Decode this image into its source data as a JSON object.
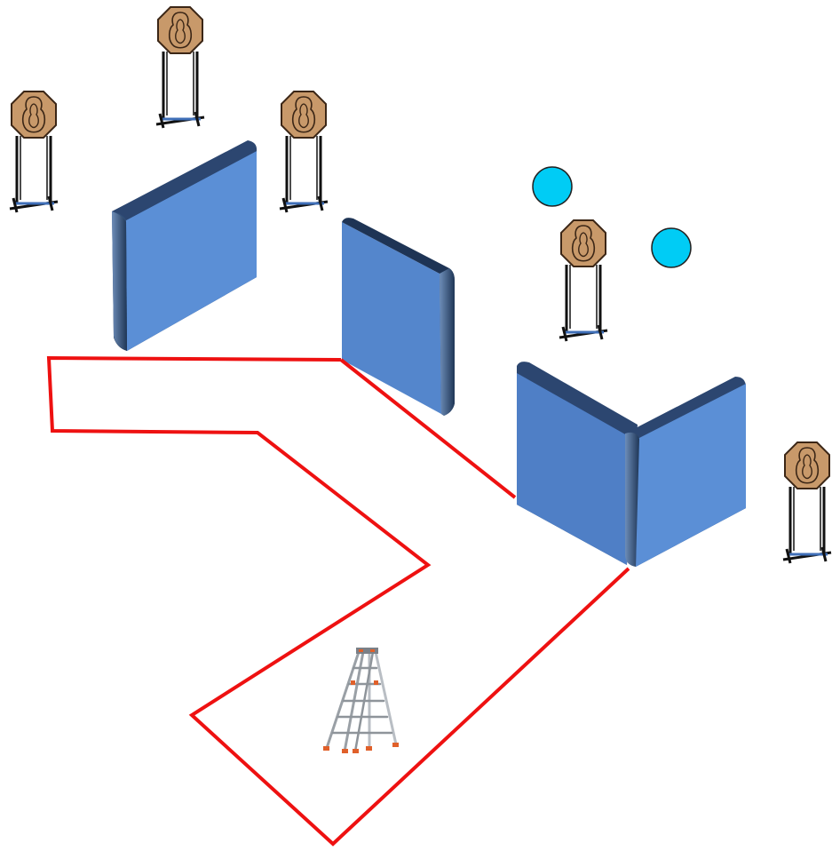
{
  "colors": {
    "background": "#ffffff",
    "shooting_area_boundary": "#ee1111",
    "barricade_face": "#5b8fd6",
    "barricade_face_dark": "#4f7fc6",
    "barricade_edge": "#243f66",
    "target_fill": "#c8996a",
    "target_outline": "#3b2616",
    "stand_frame": "#111111",
    "stand_base": "#3f6fb8",
    "steel_plate": "#00ccf5",
    "ladder_metal": "#b9bec4",
    "ladder_feet": "#e0602a"
  },
  "icons": {
    "target": "paper-target-on-stand-icon",
    "plate": "steel-plate-icon",
    "ladder": "step-ladder-icon",
    "wall": "barricade-wall-icon"
  },
  "stage": {
    "target_count": 5,
    "steel_plate_count": 2,
    "barricade_count": 4
  }
}
